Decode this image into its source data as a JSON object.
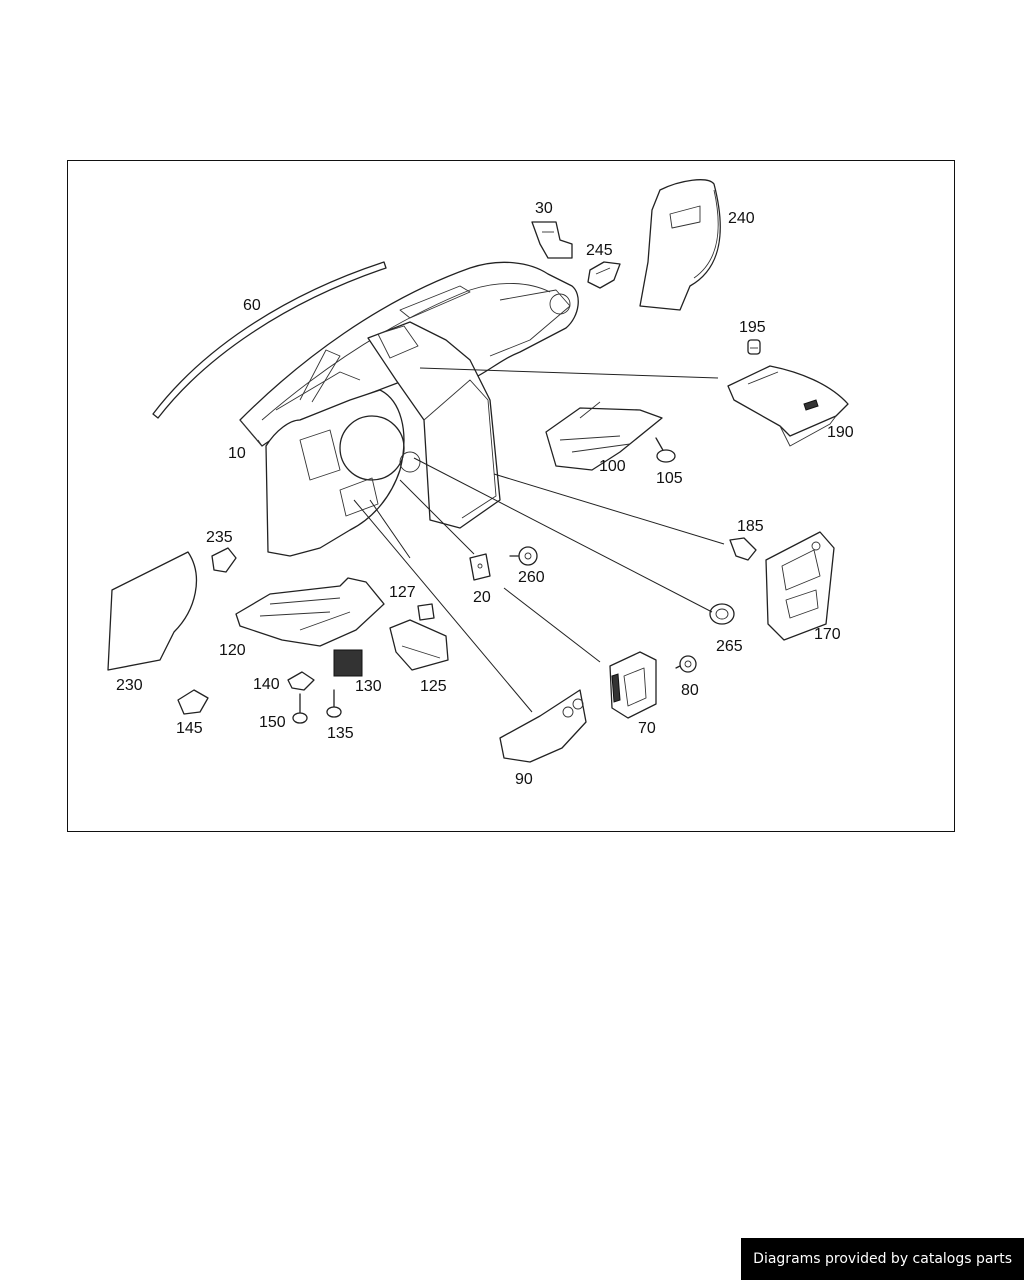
{
  "footer": {
    "credit": "Diagrams provided by catalogs parts"
  },
  "labels": {
    "p10": "10",
    "p20": "20",
    "p30": "30",
    "p60": "60",
    "p70": "70",
    "p80": "80",
    "p90": "90",
    "p100": "100",
    "p105": "105",
    "p120": "120",
    "p125": "125",
    "p127": "127",
    "p130": "130",
    "p135": "135",
    "p140": "140",
    "p145": "145",
    "p150": "150",
    "p170": "170",
    "p185": "185",
    "p190": "190",
    "p195": "195",
    "p230": "230",
    "p235": "235",
    "p240": "240",
    "p245": "245",
    "p260": "260",
    "p265": "265"
  }
}
